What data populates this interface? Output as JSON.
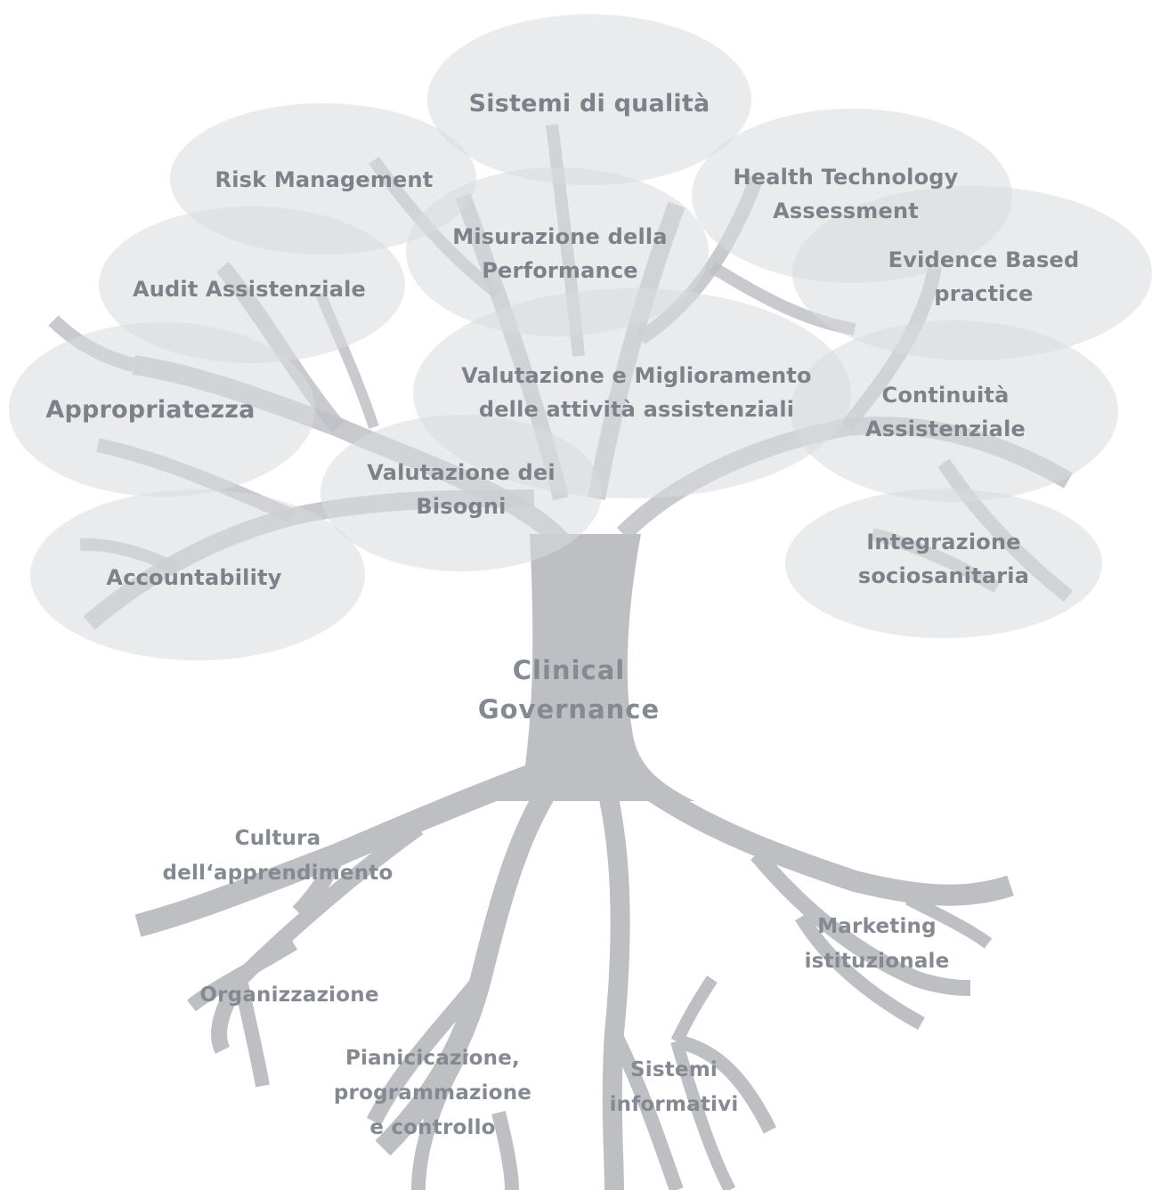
{
  "crown": {
    "sistemi_qualita": [
      "Sistemi di qualità"
    ],
    "risk_management": [
      "Risk Management"
    ],
    "health_technology": [
      "Health Technology",
      "Assessment"
    ],
    "misurazione": [
      "Misurazione della",
      "Performance"
    ],
    "evidence_based": [
      "Evidence Based",
      "practice"
    ],
    "audit": [
      "Audit Assistenziale"
    ],
    "appropriatezza": [
      "Appropriatezza"
    ],
    "valutazione_miglioramento": [
      "Valutazione e Miglioramento",
      "delle attività assistenziali"
    ],
    "continuita": [
      "Continuità",
      "Assistenziale"
    ],
    "valutazione_bisogni": [
      "Valutazione dei",
      "Bisogni"
    ],
    "accountability": [
      "Accountability"
    ],
    "integrazione": [
      "Integrazione",
      "sociosanitaria"
    ]
  },
  "trunk": {
    "title": [
      "Clinical",
      "Governance"
    ]
  },
  "roots": {
    "cultura": [
      "Cultura",
      "dell‘apprendimento"
    ],
    "organizzazione": [
      "Organizzazione"
    ],
    "pianificazione": [
      "Pianicicazione,",
      "programmazione",
      "e controllo"
    ],
    "sistemi_informativi": [
      "Sistemi",
      "informativi"
    ],
    "marketing": [
      "Marketing",
      "istituzionale"
    ]
  },
  "colors": {
    "text": "#7d8189",
    "trunk": "#bdbfc3",
    "bubble": "#d9dadd"
  }
}
